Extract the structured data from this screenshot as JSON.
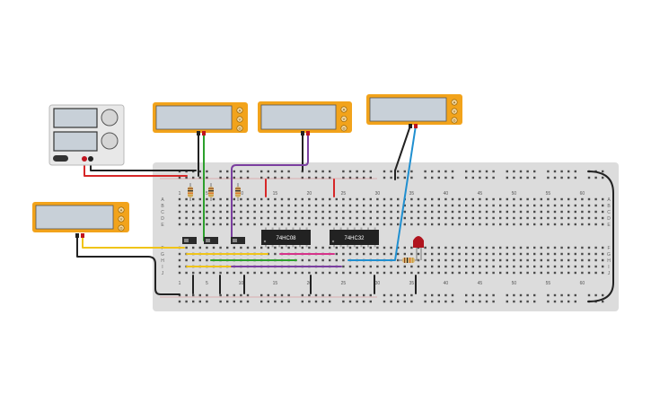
{
  "canvas": {
    "background": "#ffffff"
  },
  "colors": {
    "board": "#dcdcdc",
    "board_hole": "#4a4a4a",
    "multimeter_body": "#f2a31b",
    "multimeter_screen": "#c8d0d8",
    "power_supply_body": "#e8e8e8",
    "wire_red": "#d62728",
    "wire_black": "#222222",
    "wire_green": "#2ca02c",
    "wire_purple": "#7b3fa0",
    "wire_blue": "#1f8fd0",
    "wire_yellow": "#f0c419",
    "wire_pink": "#d6338a",
    "led_red": "#b0141e",
    "chip_body": "#222222"
  },
  "chips": [
    {
      "label": "74HC08"
    },
    {
      "label": "74HC32"
    }
  ],
  "column_numbers": [
    "1",
    "5",
    "10",
    "15",
    "20",
    "25",
    "30",
    "35",
    "40",
    "45",
    "50",
    "55",
    "60"
  ],
  "row_letters_top": [
    "A",
    "B",
    "C",
    "D",
    "E"
  ],
  "row_letters_bottom": [
    "F",
    "G",
    "H",
    "I",
    "J"
  ],
  "multimeter_buttons": [
    "A",
    "V",
    "Ω"
  ],
  "icons": [
    "power-supply-icon",
    "multimeter-icon",
    "resistor-icon",
    "led-icon",
    "slide-switch-icon",
    "chip-icon"
  ]
}
